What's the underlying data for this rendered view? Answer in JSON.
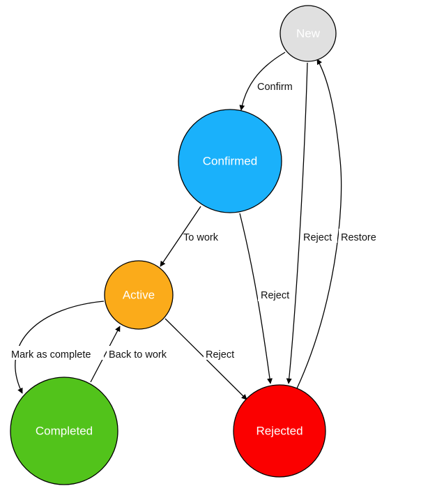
{
  "states": {
    "new": {
      "label": "New",
      "fill": "#e0e0e0",
      "text_color": "#222222"
    },
    "confirmed": {
      "label": "Confirmed",
      "fill": "#1ab1fb",
      "text_color": "#ffffff"
    },
    "active": {
      "label": "Active",
      "fill": "#fbab1a",
      "text_color": "#ffffff"
    },
    "completed": {
      "label": "Completed",
      "fill": "#52c31b",
      "text_color": "#ffffff"
    },
    "rejected": {
      "label": "Rejected",
      "fill": "#fb0000",
      "text_color": "#ffffff"
    }
  },
  "transitions": {
    "new_confirm": {
      "from": "New",
      "to": "Confirmed",
      "label": "Confirm"
    },
    "confirmed_to_work": {
      "from": "Confirmed",
      "to": "Active",
      "label": "To work"
    },
    "confirmed_reject": {
      "from": "Confirmed",
      "to": "Rejected",
      "label": "Reject"
    },
    "new_reject": {
      "from": "New",
      "to": "Rejected",
      "label": "Reject"
    },
    "rejected_restore": {
      "from": "Rejected",
      "to": "New",
      "label": "Restore"
    },
    "active_mark_complete": {
      "from": "Active",
      "to": "Completed",
      "label": "Mark as complete"
    },
    "completed_back_to_work": {
      "from": "Completed",
      "to": "Active",
      "label": "Back to work"
    },
    "active_reject": {
      "from": "Active",
      "to": "Rejected",
      "label": "Reject"
    }
  }
}
